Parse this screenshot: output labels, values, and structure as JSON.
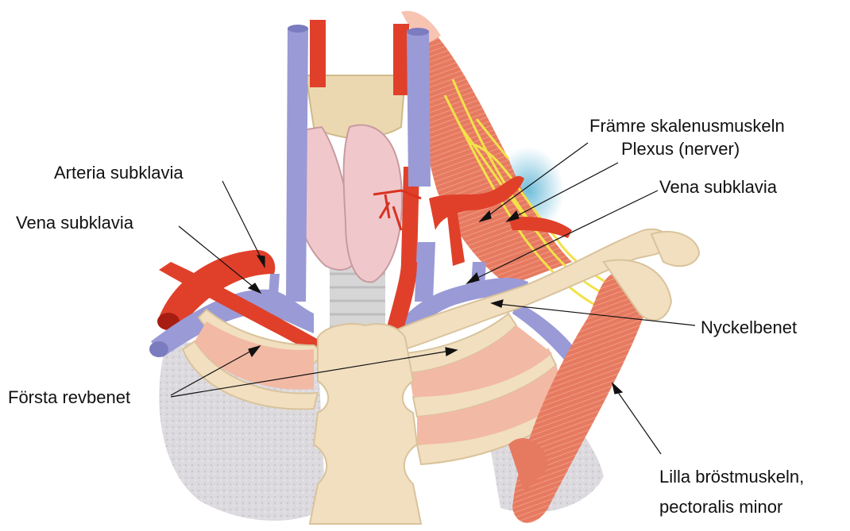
{
  "labels": {
    "scalenus": "Främre skalenusmuskeln",
    "plexus": "Plexus (nerver)",
    "vena_right": "Vena subklavia",
    "arteria": "Arteria subklavia",
    "vena_left": "Vena subklavia",
    "nyckelbenet": "Nyckelbenet",
    "forsta_revbenet": "Första revbenet",
    "lilla_line1": "Lilla bröstmuskeln,",
    "lilla_line2": "pectoralis minor"
  },
  "colors": {
    "vein": "#9a9ad6",
    "vein_dark": "#7b7bbf",
    "artery": "#e0402a",
    "artery_dark": "#b82a1a",
    "bone": "#f1dfc0",
    "bone_edge": "#d9c39b",
    "muscle": "#e8836a",
    "muscle_light": "#f2b9a4",
    "thyroid": "#f0c8cc",
    "nerve": "#f2e24a",
    "lung": "#d4d2d6",
    "trachea": "#d8d8d8",
    "glow": "#5fb6d6"
  }
}
